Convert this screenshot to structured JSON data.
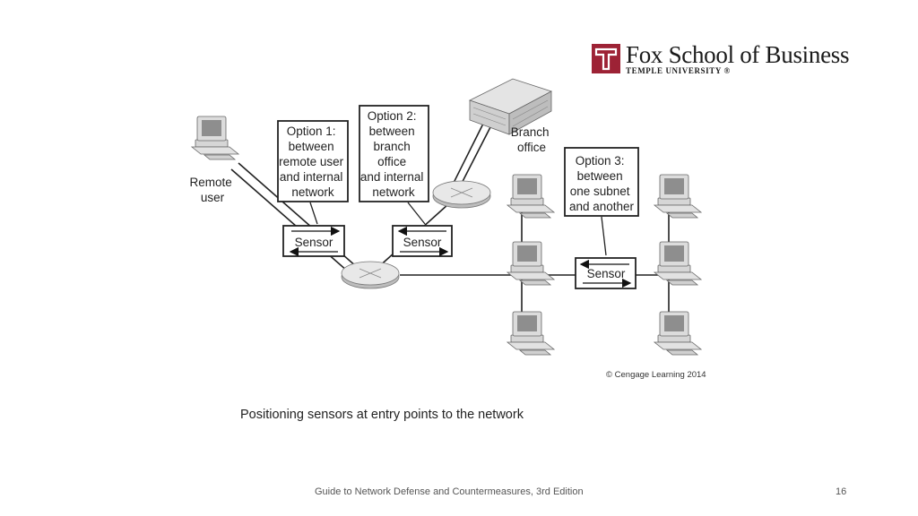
{
  "logo": {
    "name": "Fox School of Business",
    "sub": "TEMPLE UNIVERSITY",
    "reg": "®"
  },
  "diagram": {
    "remote_user_label": [
      "Remote",
      "user"
    ],
    "branch_label": [
      "Branch",
      "office"
    ],
    "option1": [
      "Option 1:",
      "between",
      "remote user",
      "and internal",
      "network"
    ],
    "option2": [
      "Option 2:",
      "between",
      "branch",
      "office",
      "and internal",
      "network"
    ],
    "option3": [
      "Option 3:",
      "between",
      "one subnet",
      "and another"
    ],
    "sensor_label": "Sensor",
    "copyright": "© Cengage Learning 2014"
  },
  "caption": "Positioning sensors at entry points to the network",
  "footer": {
    "title": "Guide to Network Defense and Countermeasures, 3rd  Edition",
    "page": "16"
  }
}
